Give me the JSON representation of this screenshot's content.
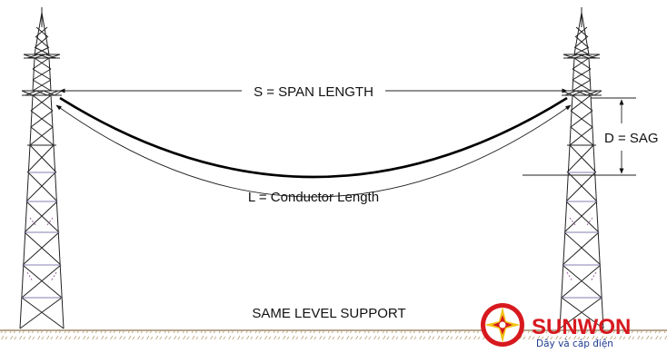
{
  "diagram": {
    "span_label": "S = SPAN LENGTH",
    "sag_label": "D = SAG",
    "conductor_label": "L = Conductor Length",
    "support_label": "SAME LEVEL SUPPORT"
  },
  "logo": {
    "name": "SUNWON",
    "tagline": "Dây và cáp điện",
    "colors": {
      "red": "#d7191f",
      "yellow": "#f3c316",
      "blue": "#1d3b8f"
    }
  }
}
